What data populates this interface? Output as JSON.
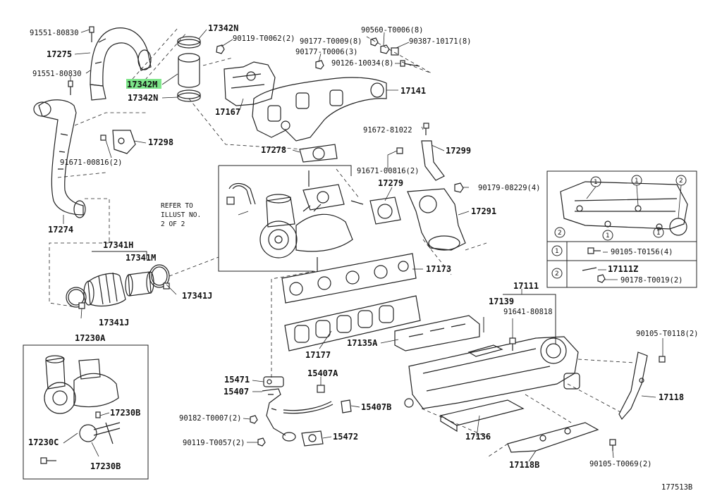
{
  "diagram_id": "177513B",
  "highlight_color": "#7ee68a",
  "refer_note": [
    "REFER TO",
    "ILLUST NO.",
    "2 OF 2"
  ],
  "legend": {
    "rows": [
      {
        "marker": "1",
        "part": "90105-T0156(4)"
      },
      {
        "marker": "2",
        "part_a": "17111Z",
        "part_b": "90178-T0019(2)"
      }
    ]
  },
  "labels": {
    "p91551_80830_a": "91551-80830",
    "p17275": "17275",
    "p91551_80830_b": "91551-80830",
    "p17342N_top": "17342N",
    "p17342M": "17342M",
    "p17342N_bot": "17342N",
    "p90119_T0062": "90119-T0062(2)",
    "p90177_T0009": "90177-T0009(8)",
    "p90177_T0006": "90177-T0006(3)",
    "p90560_T0006": "90560-T0006(8)",
    "p90387_10171": "90387-10171(8)",
    "p90126_10034": "90126-10034(8)",
    "p17141": "17141",
    "p17167": "17167",
    "p91672_81022": "91672-81022",
    "p17278": "17278",
    "p17299": "17299",
    "p17298": "17298",
    "p91671_00816_a": "91671-00816(2)",
    "p91671_00816_b": "91671-00816(2)",
    "p17279": "17279",
    "p90179_08229": "90179-08229(4)",
    "p17291": "17291",
    "p17274": "17274",
    "p17341H": "17341H",
    "p17341M": "17341M",
    "p17341J_a": "17341J",
    "p17341J_b": "17341J",
    "p17173": "17173",
    "p17177": "17177",
    "p17111": "17111",
    "p17139": "17139",
    "p91641_80818": "91641-80818",
    "p17135A": "17135A",
    "p90105_T0118": "90105-T0118(2)",
    "p17118": "17118",
    "p17230A": "17230A",
    "p17230B_a": "17230B",
    "p17230C": "17230C",
    "p17230B_b": "17230B",
    "p15471": "15471",
    "p15407": "15407",
    "p15407A": "15407A",
    "p15407B": "15407B",
    "p90182_T0007": "90182-T0007(2)",
    "p90119_T0057": "90119-T0057(2)",
    "p15472": "15472",
    "p17136": "17136",
    "p17118B": "17118B",
    "p90105_T0069": "90105-T0069(2)"
  }
}
